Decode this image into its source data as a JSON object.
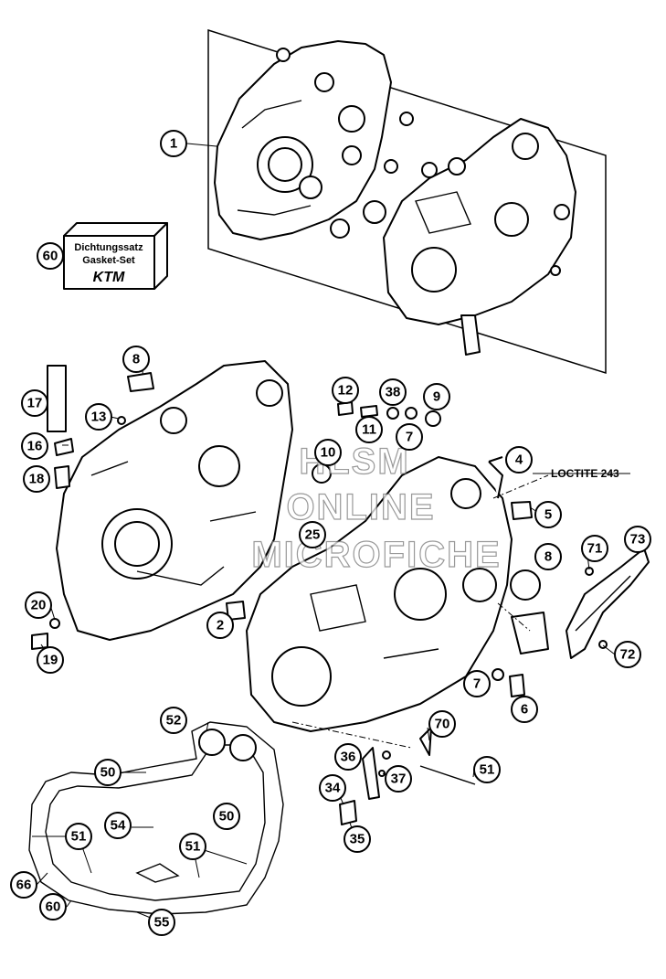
{
  "kit_box": {
    "line1": "Dichtungssatz",
    "line2": "Gasket-Set",
    "logo": "KTM"
  },
  "loctite_note": "LOCTITE 243",
  "watermark": {
    "line1": "HLSM",
    "line2": "ONLINE",
    "line3": "MICROFICHE"
  },
  "callouts": [
    {
      "id": "c1",
      "label": "1"
    },
    {
      "id": "c60a",
      "label": "60"
    },
    {
      "id": "c8a",
      "label": "8"
    },
    {
      "id": "c17",
      "label": "17"
    },
    {
      "id": "c13",
      "label": "13"
    },
    {
      "id": "c12",
      "label": "12"
    },
    {
      "id": "c38",
      "label": "38"
    },
    {
      "id": "c9",
      "label": "9"
    },
    {
      "id": "c11",
      "label": "11"
    },
    {
      "id": "c7a",
      "label": "7"
    },
    {
      "id": "c16",
      "label": "16"
    },
    {
      "id": "c10",
      "label": "10"
    },
    {
      "id": "c4",
      "label": "4"
    },
    {
      "id": "c18",
      "label": "18"
    },
    {
      "id": "c5",
      "label": "5"
    },
    {
      "id": "c25",
      "label": "25"
    },
    {
      "id": "c8b",
      "label": "8"
    },
    {
      "id": "c71",
      "label": "71"
    },
    {
      "id": "c73",
      "label": "73"
    },
    {
      "id": "c20",
      "label": "20"
    },
    {
      "id": "c2",
      "label": "2"
    },
    {
      "id": "c19",
      "label": "19"
    },
    {
      "id": "c72",
      "label": "72"
    },
    {
      "id": "c7b",
      "label": "7"
    },
    {
      "id": "c6",
      "label": "6"
    },
    {
      "id": "c52",
      "label": "52"
    },
    {
      "id": "c70",
      "label": "70"
    },
    {
      "id": "c50a",
      "label": "50"
    },
    {
      "id": "c36",
      "label": "36"
    },
    {
      "id": "c37",
      "label": "37"
    },
    {
      "id": "c51a",
      "label": "51"
    },
    {
      "id": "c34",
      "label": "34"
    },
    {
      "id": "c50b",
      "label": "50"
    },
    {
      "id": "c54",
      "label": "54"
    },
    {
      "id": "c35",
      "label": "35"
    },
    {
      "id": "c51b",
      "label": "51"
    },
    {
      "id": "c51c",
      "label": "51"
    },
    {
      "id": "c66",
      "label": "66"
    },
    {
      "id": "c60b",
      "label": "60"
    },
    {
      "id": "c55",
      "label": "55"
    }
  ]
}
